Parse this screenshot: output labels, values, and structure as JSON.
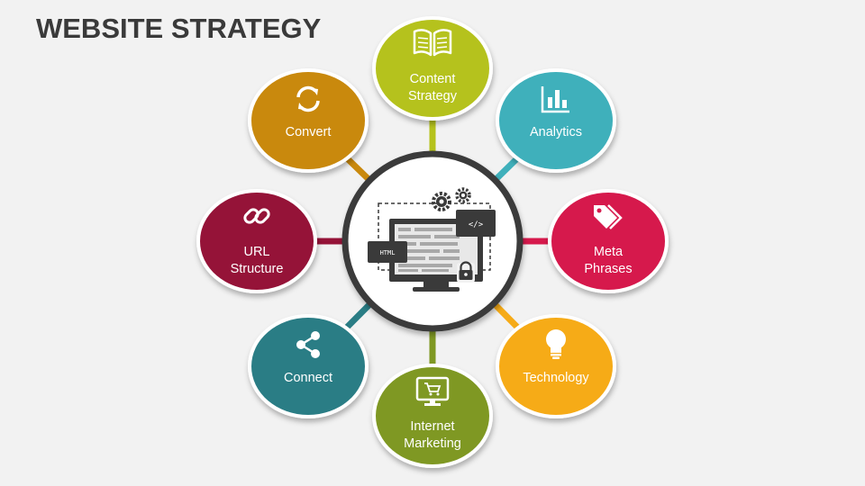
{
  "title": "WEBSITE STRATEGY",
  "center": {
    "icon": "website-code-monitor-icon",
    "html_tag": "HTML",
    "code_tag": "</>"
  },
  "nodes": [
    {
      "id": "content-strategy",
      "lines": [
        "Content",
        "Strategy"
      ],
      "icon": "open-book-icon",
      "color": "#b5c21d"
    },
    {
      "id": "analytics",
      "lines": [
        "Analytics"
      ],
      "icon": "bar-chart-icon",
      "color": "#3fb0bb"
    },
    {
      "id": "meta-phrases",
      "lines": [
        "Meta",
        "Phrases"
      ],
      "icon": "tags-icon",
      "color": "#d6194c"
    },
    {
      "id": "technology",
      "lines": [
        "Technology"
      ],
      "icon": "lightbulb-icon",
      "color": "#f6ab17"
    },
    {
      "id": "internet-marketing",
      "lines": [
        "Internet",
        "Marketing"
      ],
      "icon": "monitor-cart-icon",
      "color": "#7f9823"
    },
    {
      "id": "connect",
      "lines": [
        "Connect"
      ],
      "icon": "share-icon",
      "color": "#2a7d85"
    },
    {
      "id": "url-structure",
      "lines": [
        "URL",
        "Structure"
      ],
      "icon": "link-icon",
      "color": "#951338"
    },
    {
      "id": "convert",
      "lines": [
        "Convert"
      ],
      "icon": "sync-arrows-icon",
      "color": "#c9890d"
    }
  ]
}
